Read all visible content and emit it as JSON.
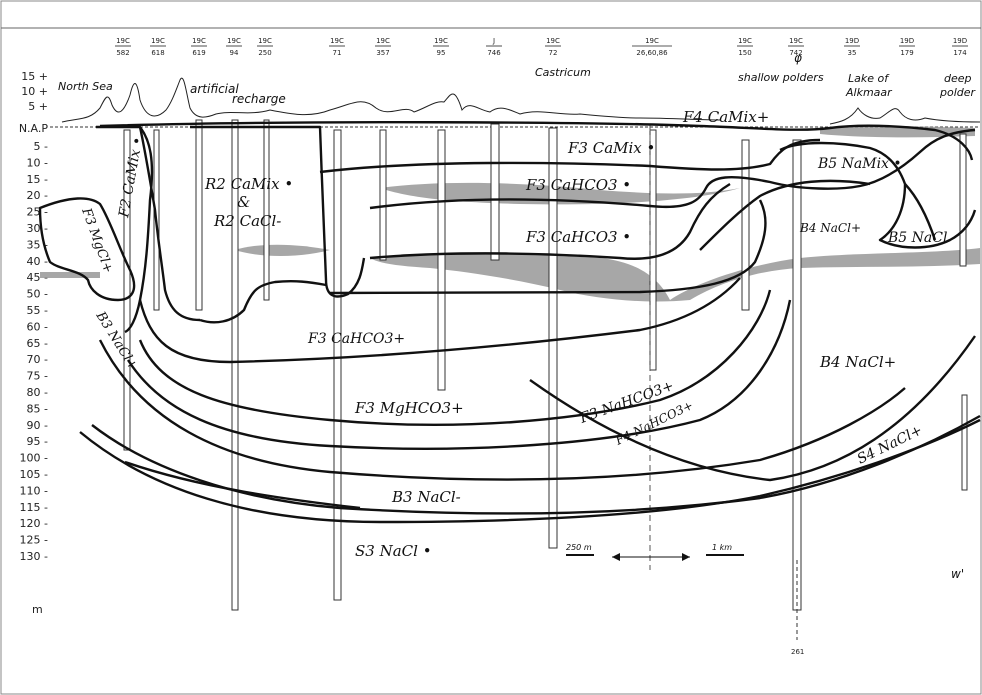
{
  "wells": [
    {
      "top": "19C",
      "bot": "582"
    },
    {
      "top": "19C",
      "bot": "618"
    },
    {
      "top": "19C",
      "bot": "619"
    },
    {
      "top": "19C",
      "bot": "94"
    },
    {
      "top": "19C",
      "bot": "250"
    },
    {
      "top": "19C",
      "bot": "71"
    },
    {
      "top": "19C",
      "bot": "357"
    },
    {
      "top": "19C",
      "bot": "95"
    },
    {
      "top": "J",
      "bot": "746"
    },
    {
      "top": "19C",
      "bot": "72"
    },
    {
      "top": "19C",
      "bot": "26,60,86"
    },
    {
      "top": "19C",
      "bot": "150"
    },
    {
      "top": "19C",
      "bot": "742"
    },
    {
      "top": "19D",
      "bot": "35"
    },
    {
      "top": "19D",
      "bot": "179"
    },
    {
      "top": "19D",
      "bot": "174"
    }
  ],
  "axis": {
    "ticks_above": [
      "15 +",
      "10 +",
      "5 +"
    ],
    "nap": "N.A.P",
    "ticks_below": [
      "5 -",
      "10 -",
      "15 -",
      "20 -",
      "25 -",
      "30 -",
      "35 -",
      "40 -",
      "45 -",
      "50 -",
      "55 -",
      "60 -",
      "65 -",
      "70 -",
      "75 -",
      "80 -",
      "85 -",
      "90 -",
      "95 -",
      "100 -",
      "105 -",
      "110 -",
      "115 -",
      "120 -",
      "125 -",
      "130 -"
    ],
    "unit": "m"
  },
  "places": {
    "north_sea": "North Sea",
    "artificial": "artificial",
    "recharge": "recharge",
    "castricum": "Castricum",
    "shallow_polders": "shallow polders",
    "lake": "Lake of",
    "alkmaar": "Alkmaar",
    "deep": "deep",
    "polder": "polder",
    "phi": "φ"
  },
  "zones": {
    "f4camix": "F4 CaMix+",
    "f3camix": "F3 CaMix •",
    "f3cahco3_a": "F3 CaHCO3 •",
    "f3cahco3_b": "F3 CaHCO3 •",
    "b5namix": "B5 NaMix •",
    "b4nacl_upper": "B4 NaCl+",
    "b5nacl": "B5 NaCl",
    "f2camix": "F2 CaMix •",
    "r2camix": "R2 CaMix •",
    "amp": "&",
    "r2cacl": "R2 CaCl-",
    "f3mgcl": "F3 MgCl+",
    "b3nacl_plus": "B3 NaCl+",
    "f3cahco3_plus": "F3 CaHCO3+",
    "f3mghco3": "F3 MgHCO3+",
    "f3nahco3": "F3 NaHCO3+",
    "f4nahco3": "F4 NaHCO3+",
    "b4nacl_lower": "B4 NaCl+",
    "s4nacl": "S4 NaCl+",
    "b3nacl_minus": "B3 NaCl-",
    "s3nacl": "S3 NaCl •"
  },
  "scale": {
    "left": "250 m",
    "right": "1 km"
  },
  "marks": {
    "w_prime": "w'",
    "bottom_depth": "261"
  }
}
